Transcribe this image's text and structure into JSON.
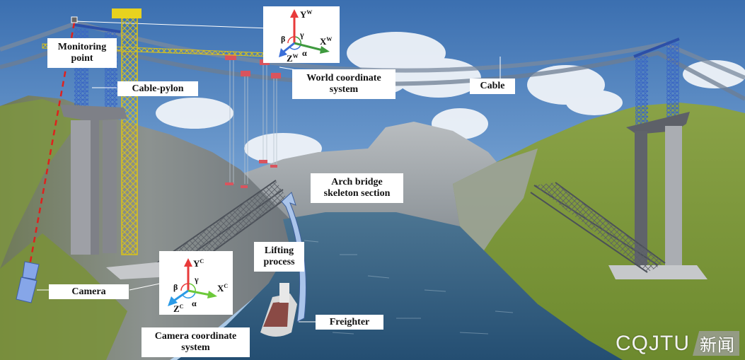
{
  "figure": {
    "description": "Arch bridge skeleton section lifting scene with cable-pylon crane, world and camera coordinate systems"
  },
  "colors": {
    "sky_top": "#3f73b3",
    "sky_bottom": "#9cc2e6",
    "water": "#2f5b7e",
    "grass": "#7d9a3a",
    "rock": "#8a8f94",
    "pylon_concrete": "#8e9096",
    "tower_blue": "#3a66c4",
    "crane_yellow": "#e8d21e",
    "hanger_red": "#d9545e",
    "sight_line_red": "#e0201c",
    "camera_body": "#86a6e8",
    "axis_y_red": "#e83a3a",
    "axis_x_green_world": "#3e9a3e",
    "axis_x_green_camera": "#6cc93a",
    "axis_z_blue_world": "#3b6fd8",
    "axis_z_blue_camera": "#2a9ae6",
    "lifting_arrow": "#aac4ea"
  },
  "labels": {
    "monitoring_point": [
      "Monitoring",
      "point"
    ],
    "cable_pylon": "Cable-pylon",
    "world_coordinate_system": [
      "World coordinate",
      "system"
    ],
    "cable": "Cable",
    "arch_bridge_skeleton_section": [
      "Arch bridge",
      "skeleton section"
    ],
    "lifting_process": [
      "Lifting",
      "process"
    ],
    "camera": "Camera",
    "camera_coordinate_system": [
      "Camera coordinate",
      "system"
    ],
    "freighter": "Freighter"
  },
  "world_axes": {
    "y": "Y",
    "y_sup": "W",
    "x": "X",
    "x_sup": "W",
    "z": "Z",
    "z_sup": "W",
    "alpha": "α",
    "beta": "β",
    "gamma": "γ"
  },
  "camera_axes": {
    "y": "Y",
    "y_sup": "C",
    "x": "X",
    "x_sup": "C",
    "z": "Z",
    "z_sup": "C",
    "alpha": "α",
    "beta": "β",
    "gamma": "γ"
  },
  "watermark": {
    "latin": "CQJTU",
    "chinese": "新闻"
  }
}
